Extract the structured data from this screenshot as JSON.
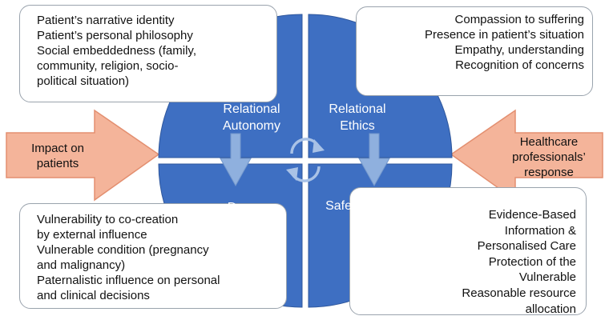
{
  "top_left_box": {
    "lines": [
      "Patient’s narrative identity",
      "Patient’s personal philosophy",
      "Social embeddedness (family,",
      "community, religion, socio-",
      "political situation)"
    ]
  },
  "top_right_box": {
    "lines": [
      "Compassion to suffering",
      "Presence in patient’s situation",
      "Empathy, understanding",
      "Recognition of concerns"
    ]
  },
  "bottom_left_box": {
    "lines": [
      "Vulnerability to co-creation",
      "by external influence",
      "Vulnerable condition (pregnancy",
      "and malignancy)",
      "Paternalistic influence on personal",
      "and clinical decisions"
    ]
  },
  "bottom_right_box": {
    "lines": [
      "Evidence-Based",
      "Information &",
      "Personalised Care",
      "Protection of the",
      "Vulnerable",
      "Reasonable resource",
      "allocation"
    ]
  },
  "circle": {
    "quadrants": {
      "top_left": [
        "Relational",
        "Autonomy"
      ],
      "top_right": [
        "Relational",
        "Ethics"
      ],
      "bottom_left": "Dangers",
      "bottom_right": "Safeguards"
    }
  },
  "left_arrow": {
    "lines": [
      "Impact on",
      "patients"
    ]
  },
  "right_arrow": {
    "lines": [
      "Healthcare",
      "professionals’",
      "response"
    ]
  },
  "colors": {
    "circle_fill": "#3e6fc2",
    "circle_stroke": "#2f579c",
    "side_arrow_fill": "#f4b49a",
    "side_arrow_stroke": "#e38f70",
    "down_arrow_fill": "#8fb0de",
    "cycle_arrow": "#a9c2e6"
  }
}
